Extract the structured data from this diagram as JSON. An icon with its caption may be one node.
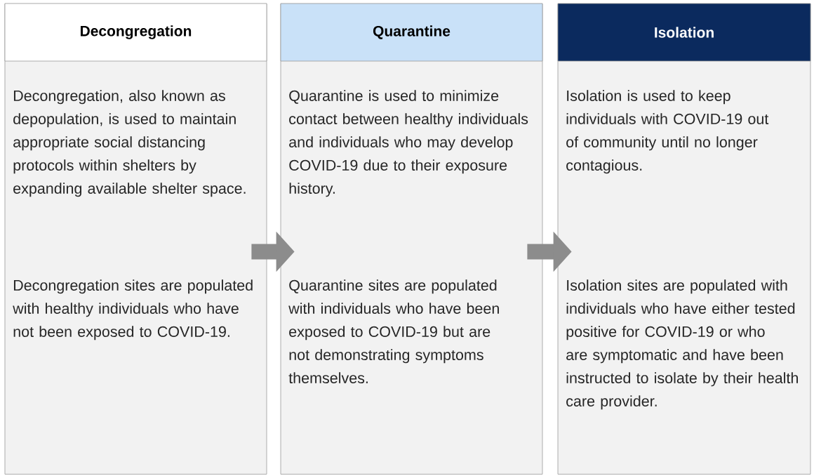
{
  "diagram": {
    "nodes": [
      {
        "text": [
          "Decongregation",
          "Decongregation, also known as depopulation, is used to maintain appropriate social distancing protocols within shelters by expanding available shelter space.",
          "Decongregation sites are populated with healthy individuals who have not been exposed to COVID-19."
        ]
      },
      {
        "text": [
          "Quarantine",
          "Quarantine is used to minimize contact between healthy individuals and individuals who may develop COVID-19 due to their exposure history.",
          "Quarantine sites are populated with individuals who have been exposed to COVID-19 but are not demonstrating symptoms themselves."
        ]
      },
      {
        "text": [
          "Isolation",
          "Isolation is used to keep individuals with COVID-19 out of community until no longer contagious.",
          "Isolation sites are populated with individuals who have either tested positive for COVID-19 or who are symptomatic and have been instructed to isolate by their health care provider."
        ]
      }
    ],
    "edges": [
      {
        "from": 0,
        "to": 1,
        "arrow": "to"
      },
      {
        "from": 1,
        "to": 2,
        "arrow": "to"
      }
    ]
  }
}
